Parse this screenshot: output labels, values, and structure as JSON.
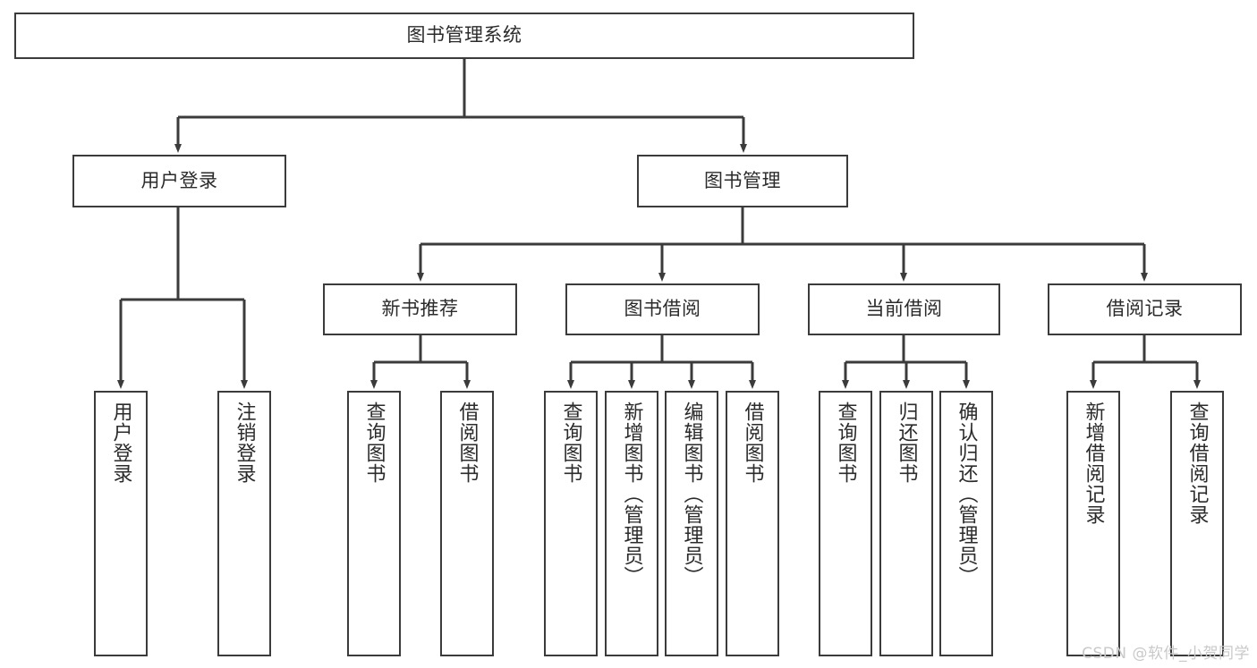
{
  "diagram": {
    "type": "tree",
    "title": "图书管理系统",
    "root": {
      "id": "root",
      "label": "图书管理系统"
    },
    "level2": [
      {
        "id": "user-login",
        "label": "用户登录"
      },
      {
        "id": "book-manage",
        "label": "图书管理"
      }
    ],
    "level3": [
      {
        "id": "new-book-recommend",
        "label": "新书推荐",
        "parent": "book-manage"
      },
      {
        "id": "book-borrow",
        "label": "图书借阅",
        "parent": "book-manage"
      },
      {
        "id": "current-borrow",
        "label": "当前借阅",
        "parent": "book-manage"
      },
      {
        "id": "borrow-record",
        "label": "借阅记录",
        "parent": "book-manage"
      }
    ],
    "leaves": [
      {
        "id": "leaf-user-login",
        "label": "用户登录",
        "parent": "user-login"
      },
      {
        "id": "leaf-user-logout",
        "label": "注销登录",
        "parent": "user-login"
      },
      {
        "id": "leaf-query-book-1",
        "label": "查询图书",
        "parent": "new-book-recommend"
      },
      {
        "id": "leaf-borrow-book-1",
        "label": "借阅图书",
        "parent": "new-book-recommend"
      },
      {
        "id": "leaf-query-book-2",
        "label": "查询图书",
        "parent": "book-borrow"
      },
      {
        "id": "leaf-add-book",
        "label": "新增图书（管理员）",
        "parent": "book-borrow"
      },
      {
        "id": "leaf-edit-book",
        "label": "编辑图书（管理员）",
        "parent": "book-borrow"
      },
      {
        "id": "leaf-borrow-book-2",
        "label": "借阅图书",
        "parent": "book-borrow"
      },
      {
        "id": "leaf-query-book-3",
        "label": "查询图书",
        "parent": "current-borrow"
      },
      {
        "id": "leaf-return-book",
        "label": "归还图书",
        "parent": "current-borrow"
      },
      {
        "id": "leaf-confirm-return",
        "label": "确认归还（管理员）",
        "parent": "current-borrow"
      },
      {
        "id": "leaf-add-record",
        "label": "新增借阅记录",
        "parent": "borrow-record"
      },
      {
        "id": "leaf-query-record",
        "label": "查询借阅记录",
        "parent": "borrow-record"
      }
    ]
  },
  "watermark": {
    "text": "CSDN @软件_小贺同学"
  },
  "colors": {
    "background": "#ffffff",
    "border": "#3b3b3b",
    "text": "#2b2b2b",
    "edge": "#3b3b3b",
    "watermark": "#c9c9c9"
  }
}
